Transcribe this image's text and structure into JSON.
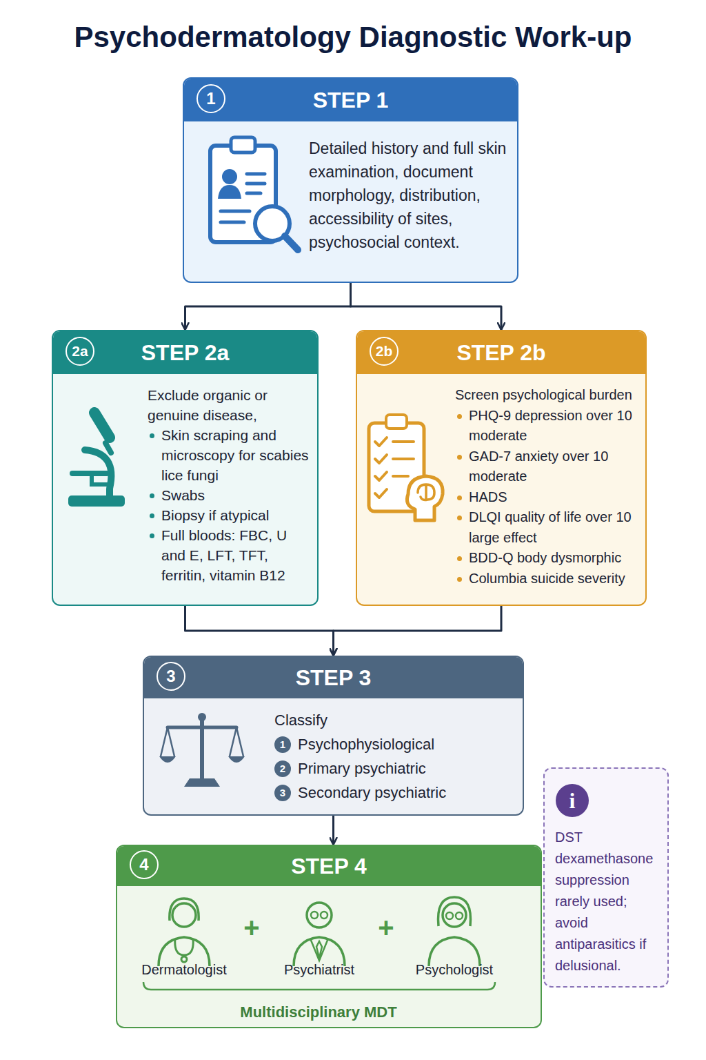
{
  "diagram": {
    "title": "Psychodermatology Diagnostic Work-up",
    "nodes": [
      {
        "text": [
          "STEP 1",
          "Detailed history and full skin examination, document morphology, distribution, accessibility of sites, psychosocial context."
        ]
      },
      {
        "text": [
          "1"
        ],
        "in": 0
      },
      {
        "text": [
          "STEP 2a",
          "Exclude organic or genuine disease,",
          "Skin scraping and microscopy for scabies lice fungi",
          "Swabs",
          "Biopsy if atypical",
          "Full bloods: FBC, U and E, LFT, TFT, ferritin, vitamin B12"
        ]
      },
      {
        "text": [
          "2a"
        ],
        "in": 2
      },
      {
        "text": [
          "STEP 2b",
          "Screen psychological burden",
          "PHQ-9 depression over 10 moderate",
          "GAD-7 anxiety over 10 moderate",
          "HADS",
          "DLQI quality of life over 10 large effect",
          "BDD-Q body dysmorphic",
          "Columbia suicide severity"
        ]
      },
      {
        "text": [
          "2b"
        ],
        "in": 4
      },
      {
        "text": [
          "STEP 3",
          "Classify",
          "Psychophysiological",
          "Primary psychiatric",
          "Secondary psychiatric"
        ]
      },
      {
        "text": [
          "3"
        ],
        "in": 6
      },
      {
        "text": [
          "1"
        ],
        "in": 6
      },
      {
        "text": [
          "2"
        ],
        "in": 6
      },
      {
        "text": [
          "3"
        ],
        "in": 6
      },
      {
        "text": [
          "STEP 4",
          "Dermatologist",
          "+",
          "Psychiatrist",
          "+",
          "Psychologist",
          "Multidisciplinary MDT"
        ]
      },
      {
        "text": [
          "4"
        ],
        "in": 11
      },
      {
        "text": [
          "DST dexamethasone suppression rarely used; avoid antiparasitics if delusional."
        ]
      },
      {
        "text": [
          "i"
        ],
        "in": 13
      }
    ],
    "edges": [
      {
        "from": 0,
        "to": 2,
        "arrow": "to"
      },
      {
        "from": 0,
        "to": 4,
        "arrow": "to"
      },
      {
        "from": 2,
        "to": 6,
        "arrow": "to"
      },
      {
        "from": 4,
        "to": 6,
        "arrow": "to"
      },
      {
        "from": 6,
        "to": 11,
        "arrow": "to"
      }
    ]
  }
}
